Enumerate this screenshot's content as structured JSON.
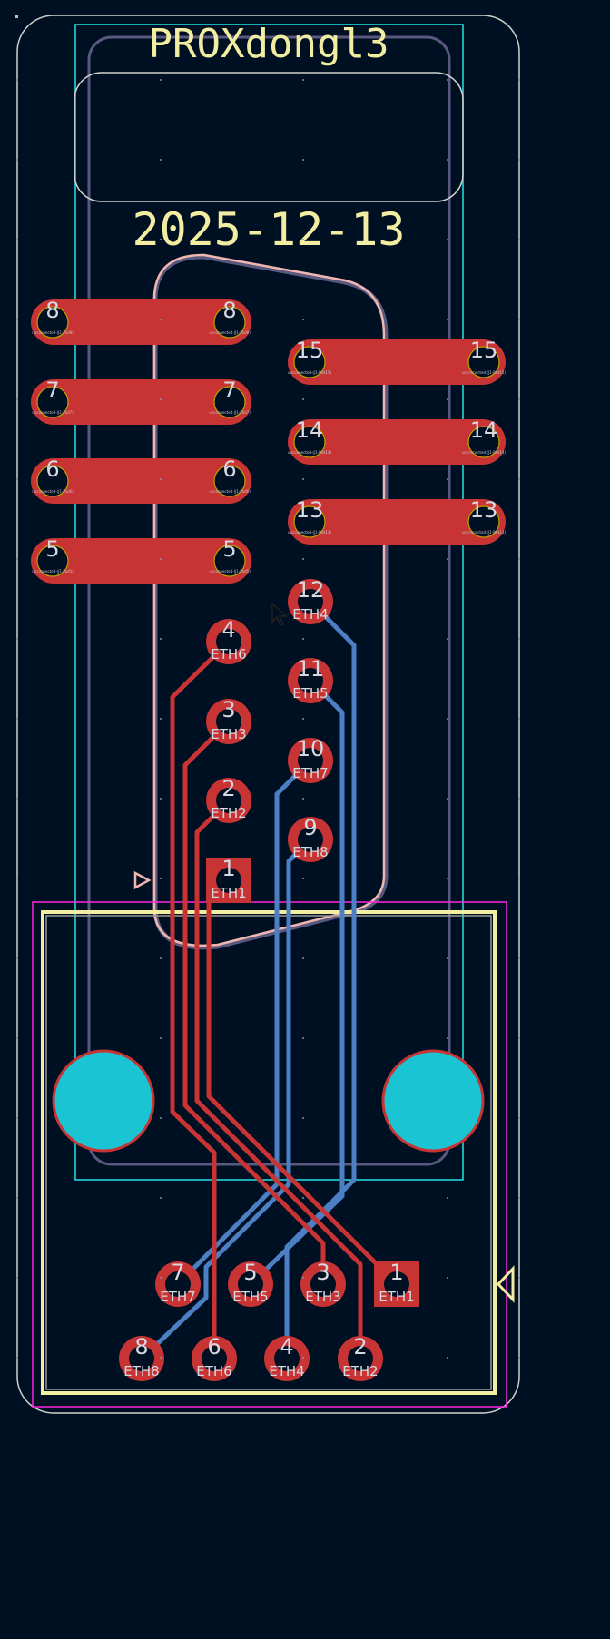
{
  "board": {
    "title": "PROXdongl3",
    "date": "2025-12-13"
  },
  "colors": {
    "background": "#001023",
    "edge_cuts": "#d0d2cd",
    "courtyard": "#26e2e6",
    "fab": "#59597f",
    "silkscreen": "#f2eda1",
    "copper_front": "#c83434",
    "copper_back": "#4d7fc4",
    "pad_outline": "#c2c200",
    "mounting_hole": "#1ac4d2",
    "connector_outline": "#f2b6b0",
    "footprint_courtyard_magenta": "#ff26e2"
  },
  "oblong_pads_left": [
    {
      "number": "8",
      "label": "unconnected-(J1-Pad8)"
    },
    {
      "number": "7",
      "label": "unconnected-(J1-Pad7)"
    },
    {
      "number": "6",
      "label": "unconnected-(J1-Pad6)"
    },
    {
      "number": "5",
      "label": "unconnected-(J1-Pad5)"
    }
  ],
  "oblong_pads_right": [
    {
      "number": "15",
      "label": "unconnected-(J1-Pad15)"
    },
    {
      "number": "14",
      "label": "unconnected-(J1-Pad14)"
    },
    {
      "number": "13",
      "label": "unconnected-(J1-Pad13)"
    }
  ],
  "connector_pads": [
    {
      "number": "12",
      "net": "ETH4"
    },
    {
      "number": "11",
      "net": "ETH5"
    },
    {
      "number": "10",
      "net": "ETH7"
    },
    {
      "number": "9",
      "net": "ETH8"
    },
    {
      "number": "4",
      "net": "ETH6"
    },
    {
      "number": "3",
      "net": "ETH3"
    },
    {
      "number": "2",
      "net": "ETH2"
    },
    {
      "number": "1",
      "net": "ETH1"
    }
  ],
  "rj45_pads": [
    {
      "number": "7",
      "net": "ETH7"
    },
    {
      "number": "5",
      "net": "ETH5"
    },
    {
      "number": "3",
      "net": "ETH3"
    },
    {
      "number": "1",
      "net": "ETH1"
    },
    {
      "number": "8",
      "net": "ETH8"
    },
    {
      "number": "6",
      "net": "ETH6"
    },
    {
      "number": "4",
      "net": "ETH4"
    },
    {
      "number": "2",
      "net": "ETH2"
    }
  ]
}
